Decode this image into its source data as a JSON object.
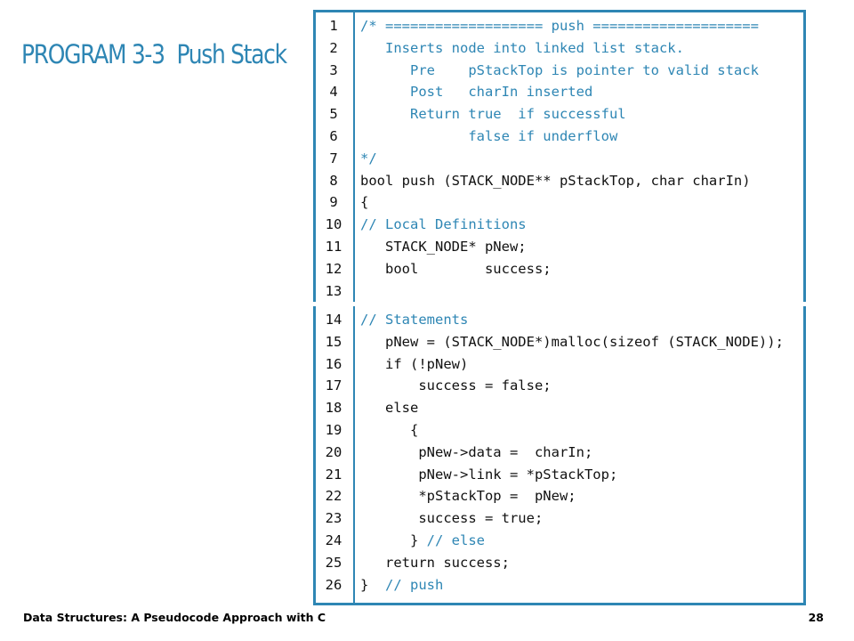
{
  "program": {
    "label": "PROGRAM 3-3",
    "name": "Push Stack"
  },
  "code_top": [
    {
      "num": "1",
      "code": "/* =================== push ====================",
      "style": "comment"
    },
    {
      "num": "2",
      "code": "   Inserts node into linked list stack.",
      "style": "comment"
    },
    {
      "num": "3",
      "code": "      Pre    pStackTop is pointer to valid stack",
      "style": "comment"
    },
    {
      "num": "4",
      "code": "      Post   charIn inserted",
      "style": "comment"
    },
    {
      "num": "5",
      "code": "      Return true  if successful",
      "style": "comment"
    },
    {
      "num": "6",
      "code": "             false if underflow",
      "style": "comment"
    },
    {
      "num": "7",
      "code": "*/",
      "style": "comment"
    },
    {
      "num": "8",
      "code": "bool push (STACK_NODE** pStackTop, char charIn)",
      "style": "code"
    },
    {
      "num": "9",
      "code": "{",
      "style": "code"
    },
    {
      "num": "10",
      "code": "// Local Definitions",
      "style": "comment"
    },
    {
      "num": "11",
      "code": "   STACK_NODE* pNew;",
      "style": "code"
    },
    {
      "num": "12",
      "code": "   bool        success;",
      "style": "code"
    },
    {
      "num": "13",
      "code": "",
      "style": "code"
    }
  ],
  "code_bottom": [
    {
      "num": "14",
      "code": "// Statements",
      "style": "comment"
    },
    {
      "num": "15",
      "code": "   pNew = (STACK_NODE*)malloc(sizeof (STACK_NODE));",
      "style": "code"
    },
    {
      "num": "16",
      "code": "   if (!pNew)",
      "style": "code"
    },
    {
      "num": "17",
      "code": "       success = false;",
      "style": "code"
    },
    {
      "num": "18",
      "code": "   else",
      "style": "code"
    },
    {
      "num": "19",
      "code": "      {",
      "style": "code"
    },
    {
      "num": "20",
      "code": "       pNew->data =  charIn;",
      "style": "code"
    },
    {
      "num": "21",
      "code": "       pNew->link = *pStackTop;",
      "style": "code"
    },
    {
      "num": "22",
      "code": "       *pStackTop =  pNew;",
      "style": "code"
    },
    {
      "num": "23",
      "code": "       success = true;",
      "style": "code"
    },
    {
      "num": "24",
      "code": "      } ",
      "style": "code",
      "trailing_comment": "// else"
    },
    {
      "num": "25",
      "code": "   return success;",
      "style": "code"
    },
    {
      "num": "26",
      "code": "}  ",
      "style": "code",
      "trailing_comment": "// push"
    }
  ],
  "footer": {
    "title": "Data Structures: A Pseudocode Approach with C",
    "page": "28"
  },
  "colors": {
    "accent": "#2e86b4",
    "text": "#111111"
  }
}
